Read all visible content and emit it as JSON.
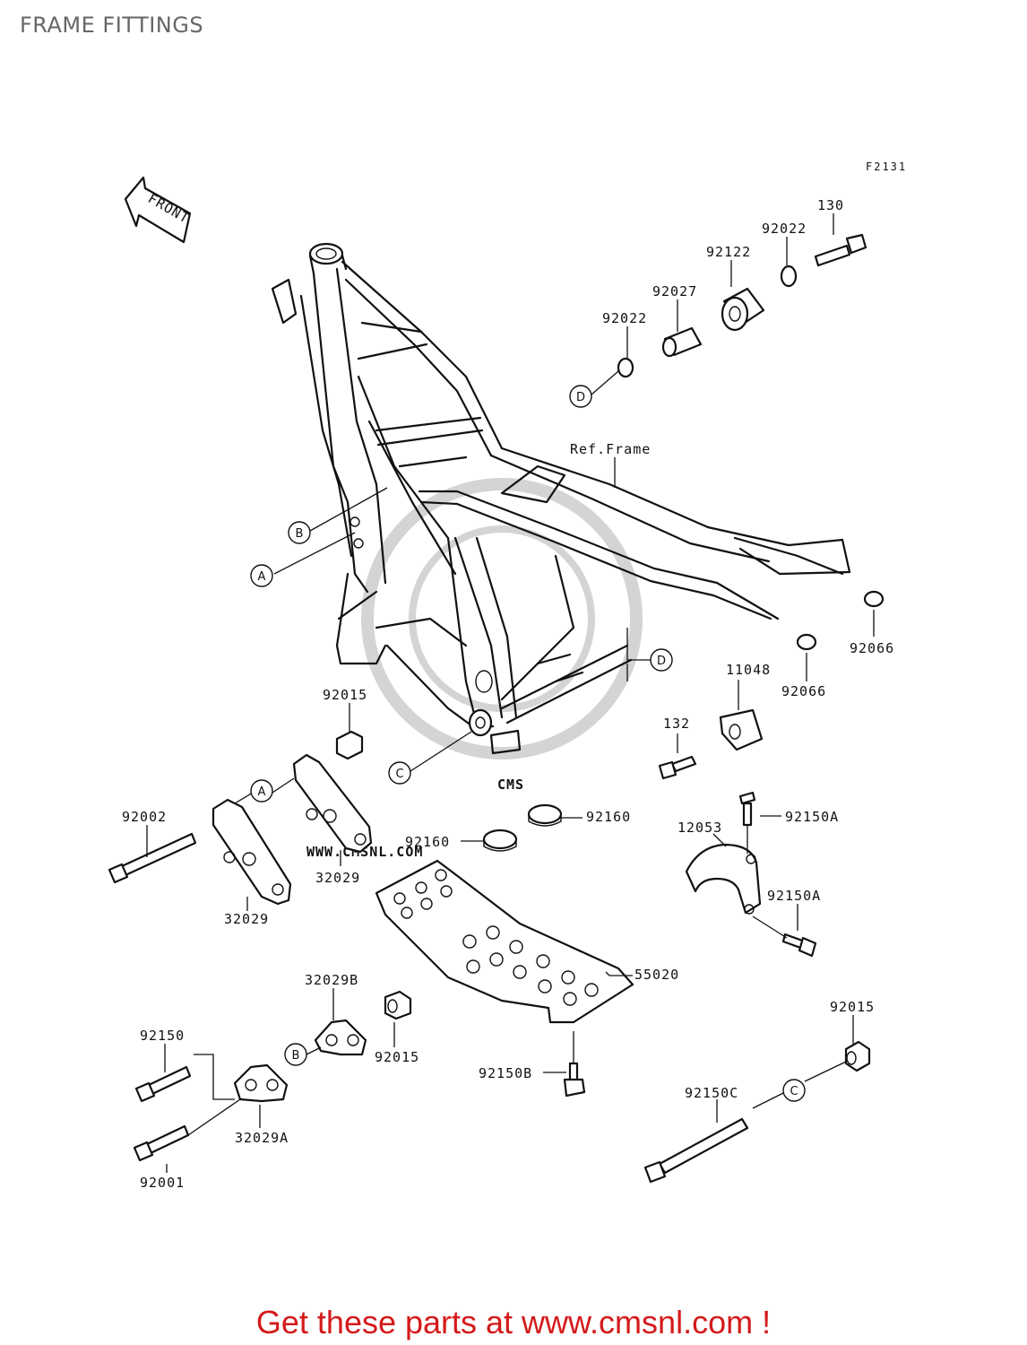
{
  "page": {
    "title": "FRAME FITTINGS"
  },
  "diagram": {
    "code": "F2131",
    "front_label": "FRONT",
    "ref_frame_label": "Ref.Frame",
    "watermark": {
      "logo": "CMS",
      "url": "WWW.CMSNL.COM"
    },
    "refs": [
      "A",
      "B",
      "C",
      "D"
    ],
    "part_numbers": {
      "p130": "130",
      "p92022_top": "92022",
      "p92122": "92122",
      "p92027": "92027",
      "p92022_left": "92022",
      "p92066_upper": "92066",
      "p92066_lower": "92066",
      "p11048": "11048",
      "p132": "132",
      "p92015_frame": "92015",
      "p92002": "92002",
      "p32029_front": "32029",
      "p32029_back": "32029",
      "p92160_right": "92160",
      "p92160_left": "92160",
      "p12053": "12053",
      "p92150A_top": "92150A",
      "p92150A_bottom": "92150A",
      "p55020": "55020",
      "p32029B": "32029B",
      "p92015_mid": "92015",
      "p92150": "92150",
      "p32029A": "32029A",
      "p92001": "92001",
      "p92150B": "92150B",
      "p92015_right": "92015",
      "p92150C": "92150C"
    }
  },
  "footer": {
    "text": "Get these parts at www.cmsnl.com !"
  }
}
